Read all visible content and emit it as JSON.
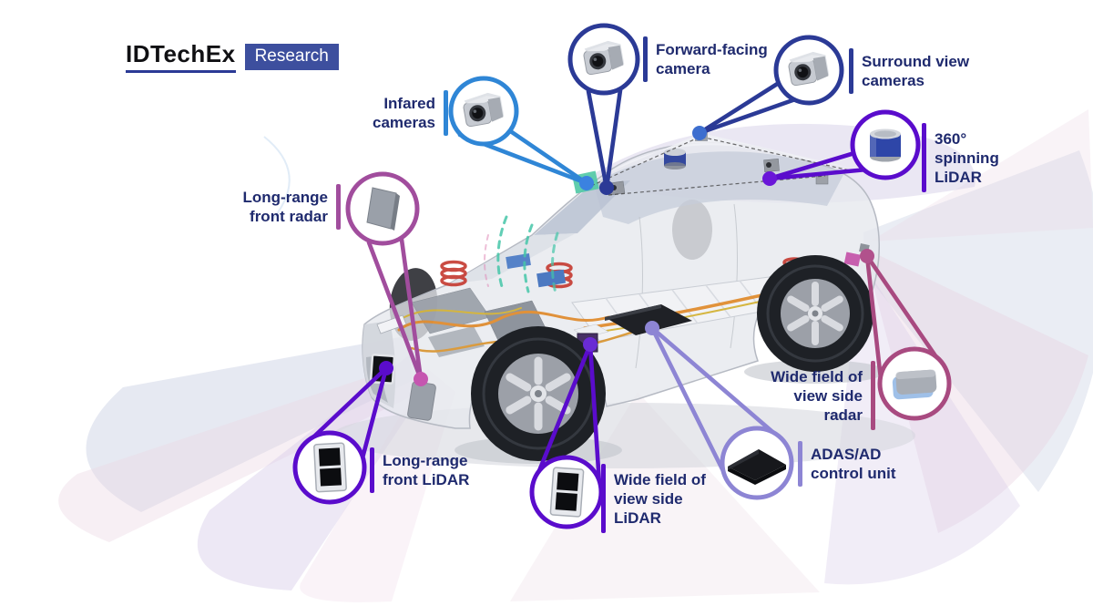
{
  "logo": {
    "brand": "IDTechEx",
    "tagline": "Research"
  },
  "sensors": [
    {
      "name": "infrared-cameras",
      "lines": [
        "Infared",
        "cameras"
      ],
      "icon": "camera-icon",
      "accent": "#2f86d6"
    },
    {
      "name": "forward-facing-camera",
      "lines": [
        "Forward-facing",
        "camera"
      ],
      "icon": "camera-icon",
      "accent": "#2b3a96"
    },
    {
      "name": "surround-view-cameras",
      "lines": [
        "Surround view",
        "cameras"
      ],
      "icon": "camera-icon",
      "accent": "#2b3a96"
    },
    {
      "name": "360-spinning-lidar",
      "lines": [
        "360°",
        "spinning",
        "LiDAR"
      ],
      "icon": "spinning-lidar-icon",
      "accent": "#5a0ccc"
    },
    {
      "name": "long-range-front-radar",
      "lines": [
        "Long-range",
        "front radar"
      ],
      "icon": "radar-panel-icon",
      "accent": "#a14d9d"
    },
    {
      "name": "long-range-front-lidar",
      "lines": [
        "Long-range",
        "front LiDAR"
      ],
      "icon": "lidar-panel-icon",
      "accent": "#5a0ccc"
    },
    {
      "name": "wide-fov-side-lidar",
      "lines": [
        "Wide field of",
        "view side",
        "LiDAR"
      ],
      "icon": "lidar-panel-icon",
      "accent": "#5a0ccc"
    },
    {
      "name": "adas-ad-control-unit",
      "lines": [
        "ADAS/AD",
        "control unit"
      ],
      "icon": "control-unit-chip-icon",
      "accent": "#8d85d4"
    },
    {
      "name": "wide-fov-side-radar",
      "lines": [
        "Wide field of",
        "view side",
        "radar"
      ],
      "icon": "side-radar-icon",
      "accent": "#a84a80"
    }
  ],
  "colors": {
    "label_text": "#1f2a6e",
    "logo_box_blue": "#3d4f9e",
    "infrared_blue": "#2f86d6",
    "navy_blue": "#2b3a96",
    "violet": "#5a0ccc",
    "magenta_purple": "#a14d9d",
    "lavender": "#8d85d4",
    "rose_magenta": "#a84a80",
    "ir_housing_teal": "#52c9a6"
  }
}
